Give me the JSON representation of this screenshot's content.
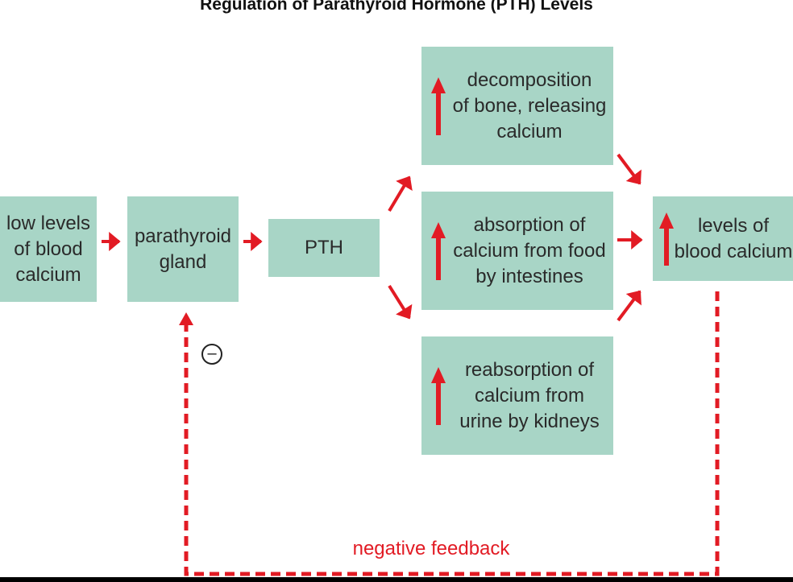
{
  "title": "Regulation of Parathyroid Hormone (PTH) Levels",
  "colors": {
    "box": "#a8d5c6",
    "arrow": "#e21b24",
    "text": "#2a2a2a"
  },
  "nodes": {
    "low_calcium": "low levels\nof blood\ncalcium",
    "parathyroid": "parathyroid\ngland",
    "pth": "PTH",
    "bone": "decomposition\nof bone, releasing\ncalcium",
    "intestine": "absorption of\ncalcium from food\nby intestines",
    "kidney": "reabsorption of\ncalcium from\nurine by kidneys",
    "blood_calcium": "levels of\nblood calcium"
  },
  "feedback": {
    "label": "negative feedback",
    "symbol": "–"
  }
}
